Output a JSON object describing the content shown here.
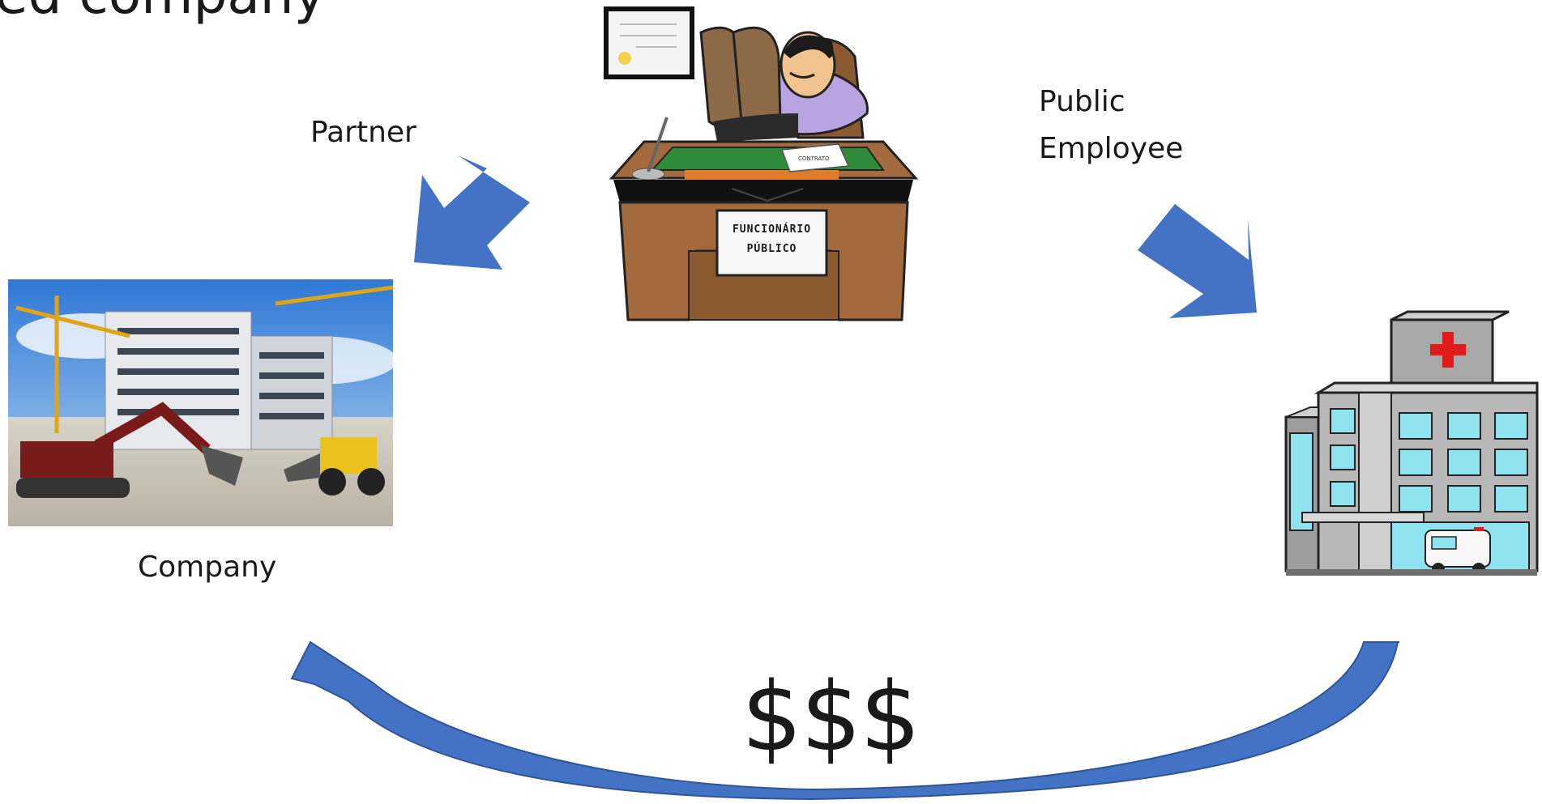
{
  "slide": {
    "title": "ed company",
    "labels": {
      "partner": "Partner",
      "public_employee_line1": "Public",
      "public_employee_line2": "Employee",
      "company": "Company",
      "money": "$$$"
    },
    "desk_sign": {
      "line1": "FUNCIONÁRIO",
      "line2": "PÚBLICO"
    },
    "document_text": "CONTRATO"
  },
  "colors": {
    "arrow_fill": "#4472c4",
    "arrow_dark": "#2f5597",
    "hospital_cross": "#e01b1b",
    "desk_wood": "#a26a3d",
    "desk_top": "#2e8b3a"
  },
  "icons": {
    "official": "official-at-desk-icon",
    "company": "construction-site-photo",
    "hospital": "hospital-icon"
  }
}
